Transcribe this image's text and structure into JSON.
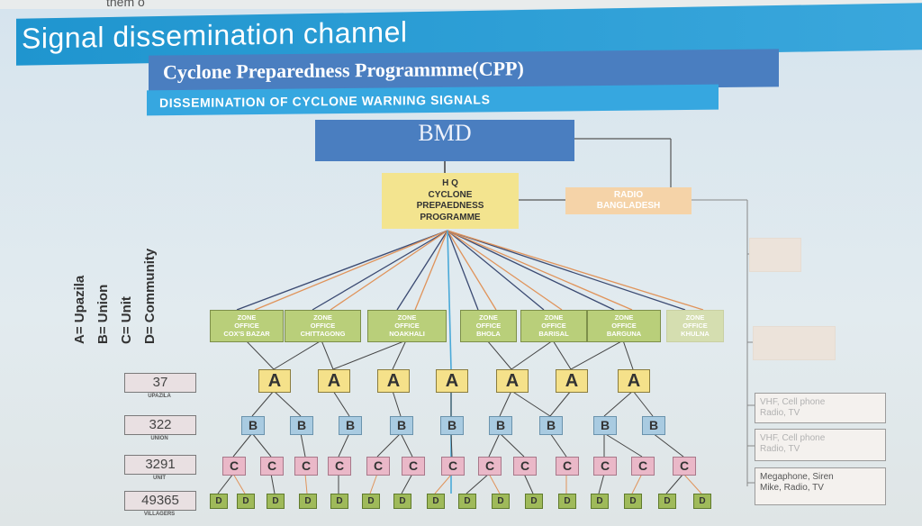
{
  "header": {
    "cut_text": "them o",
    "banner_title": "Signal dissemination channel",
    "program_title": "Cyclone Preparedness Programmme(CPP)",
    "subtitle": "DISSEMINATION OF CYCLONE WARNING SIGNALS"
  },
  "nodes": {
    "bmd": "BMD",
    "hq_lines": [
      "H Q",
      "CYCLONE",
      "PREPAEDNESS",
      "PROGRAMME"
    ],
    "radio_lines": [
      "RADIO",
      "BANGLADESH"
    ]
  },
  "legend": [
    "A= Upazila",
    "B= Union",
    "C= Unit",
    "D= Community"
  ],
  "zones": [
    {
      "line1": "ZONE",
      "line2": "OFFICE",
      "line3": "COX'S BAZAR"
    },
    {
      "line1": "ZONE",
      "line2": "OFFICE",
      "line3": "CHITTAGONG"
    },
    {
      "line1": "ZONE",
      "line2": "OFFICE",
      "line3": "NOAKHALI"
    },
    {
      "line1": "ZONE",
      "line2": "OFFICE",
      "line3": "BHOLA"
    },
    {
      "line1": "ZONE",
      "line2": "OFFICE",
      "line3": "BARISAL"
    },
    {
      "line1": "ZONE",
      "line2": "OFFICE",
      "line3": "BARGUNA"
    },
    {
      "line1": "ZONE",
      "line2": "OFFICE",
      "line3": "KHULNA"
    }
  ],
  "levels": {
    "a_label": "A",
    "b_label": "B",
    "c_label": "C",
    "d_label": "D"
  },
  "counts": [
    {
      "value": "37",
      "label": "UPAZILA"
    },
    {
      "value": "322",
      "label": "UNION"
    },
    {
      "value": "3291",
      "label": "UNIT"
    },
    {
      "value": "49365",
      "label": "VILLAGERS"
    }
  ],
  "media": [
    {
      "line1": "VHF, Cell phone",
      "line2": "Radio, TV"
    },
    {
      "line1": "VHF, Cell phone",
      "line2": "Radio, TV"
    },
    {
      "line1": "Megaphone, Siren",
      "line2": "Mike, Radio, TV"
    }
  ],
  "colors": {
    "banner": "#1f95cf",
    "program": "#4a7ec0",
    "subtitle": "#36a7e0",
    "hq": "#f3e48f",
    "radio": "#f5d3a8",
    "zone": "#b9cf7a",
    "upazila": "#f5e18a",
    "union": "#a9cbe1",
    "unit": "#eab8c8",
    "community": "#9fba5a",
    "line_dark": "#3b4a72",
    "line_orange": "#e0935a",
    "line_center": "#4aa9d8"
  }
}
